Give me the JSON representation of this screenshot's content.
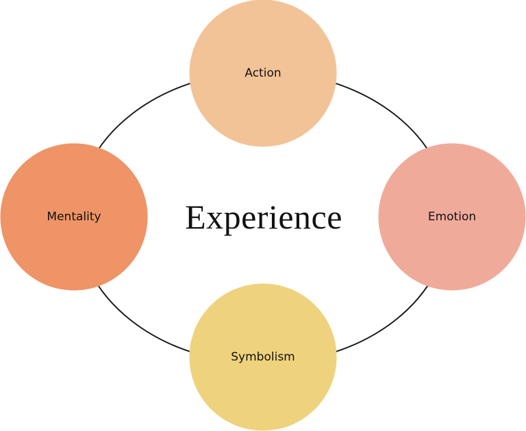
{
  "diagram": {
    "title": "Experience",
    "type": "cycle",
    "connector_color": "#1a1a1a",
    "nodes": [
      {
        "id": "action",
        "label": "Action",
        "position": "top",
        "color": "#F2C397"
      },
      {
        "id": "emotion",
        "label": "Emotion",
        "position": "right",
        "color": "#F0AA9A"
      },
      {
        "id": "symbolism",
        "label": "Symbolism",
        "position": "bottom",
        "color": "#EFD27D"
      },
      {
        "id": "mentality",
        "label": "Mentality",
        "position": "left",
        "color": "#EE9466"
      }
    ]
  }
}
